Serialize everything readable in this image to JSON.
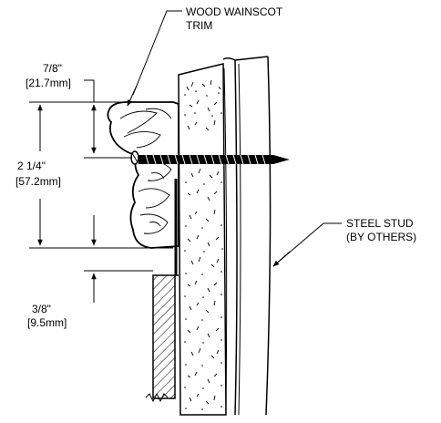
{
  "labels": {
    "trim": [
      "WOOD WAINSCOT",
      "TRIM"
    ],
    "stud": [
      "STEEL STUD",
      "(BY OTHERS)"
    ]
  },
  "dimensions": {
    "depth": [
      "7/8\"",
      "[21.7mm]"
    ],
    "height": [
      "2 1/4\"",
      "[57.2mm]"
    ],
    "reveal": [
      "3/8\"",
      "[9.5mm]"
    ]
  },
  "colors": {
    "line": "#000000",
    "paper": "#ffffff"
  }
}
